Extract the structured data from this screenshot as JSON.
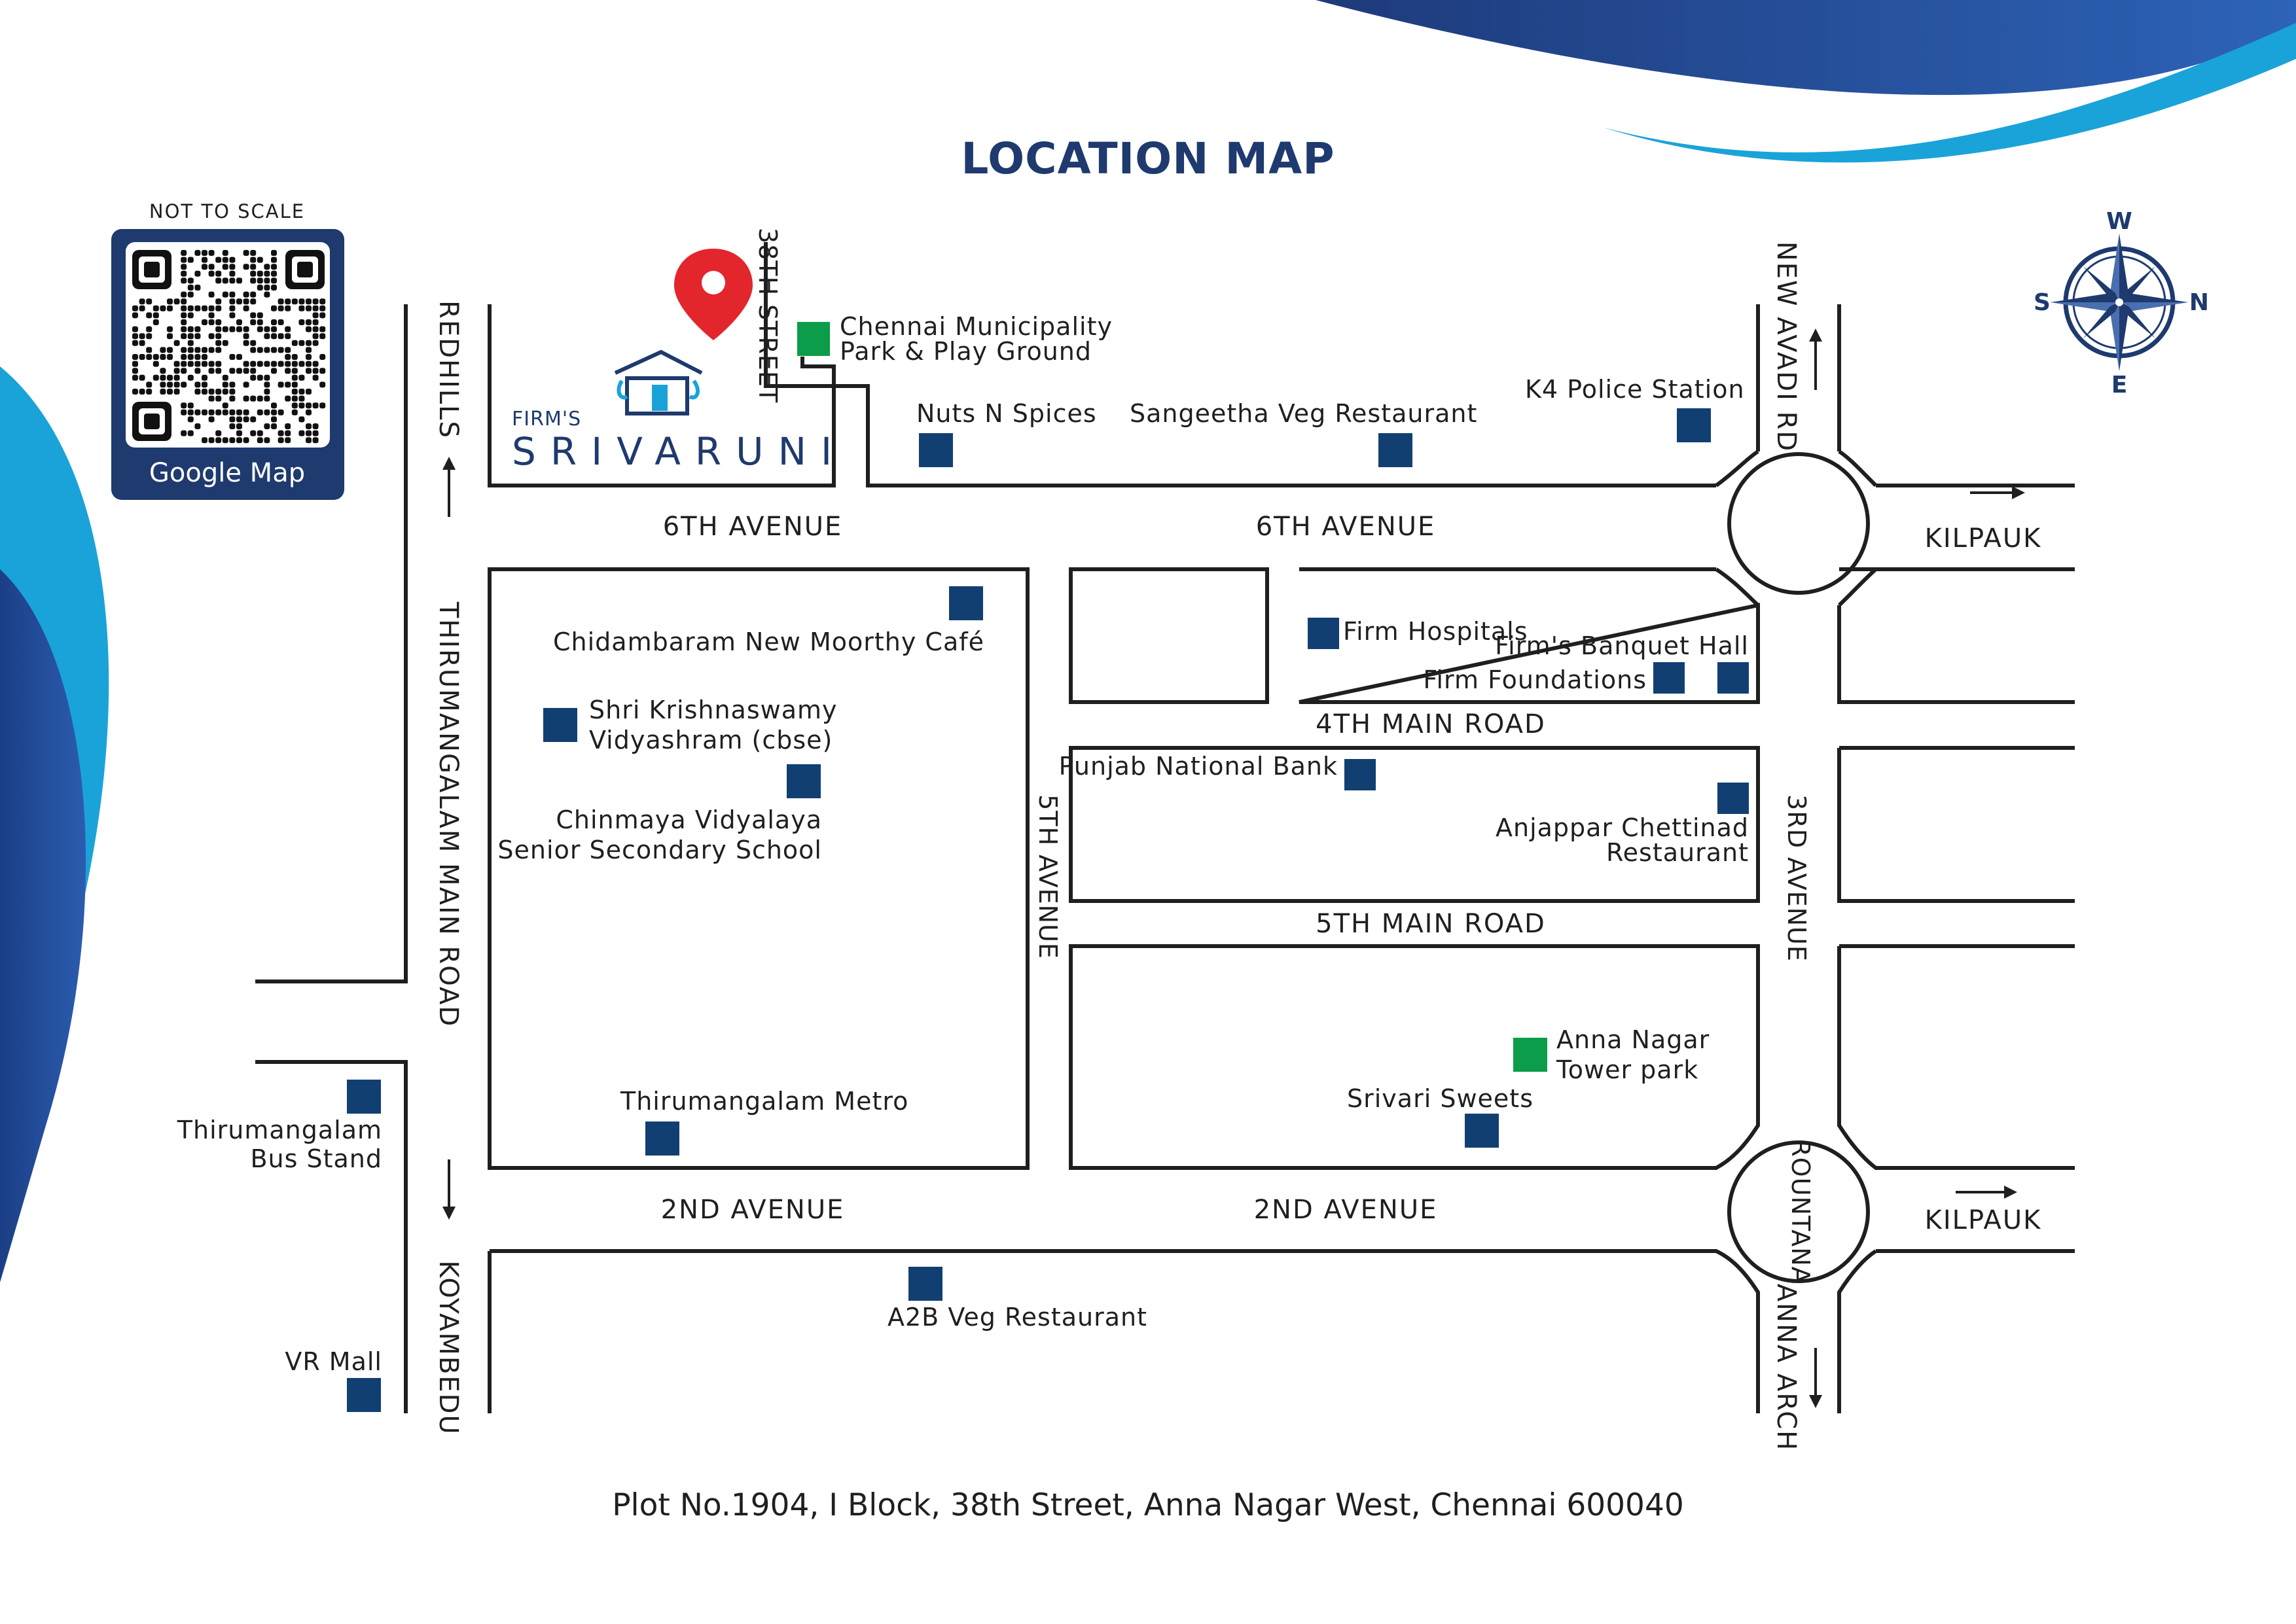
{
  "title": "LOCATION MAP",
  "scale_note": "NOT TO SCALE",
  "qr": {
    "label": "Google Map"
  },
  "logo": {
    "firm": "FIRM'S",
    "name": "SRIVARUNI"
  },
  "compass": {
    "top": "W",
    "left": "S",
    "right": "N",
    "bottom": "E"
  },
  "roads": {
    "sixth_avenue_left": "6TH AVENUE",
    "sixth_avenue_right": "6TH AVENUE",
    "fourth_main": "4TH MAIN ROAD",
    "fifth_main": "5TH MAIN ROAD",
    "second_avenue_left": "2ND AVENUE",
    "second_avenue_right": "2ND AVENUE",
    "fifth_avenue": "5TH AVENUE",
    "third_avenue": "3RD AVENUE",
    "thirty_eighth": "38TH STREET",
    "thirumangalam_main": "THIRUMANGALAM MAIN ROAD",
    "redhills": "REDHILLS",
    "koyambedu": "KOYAMBEDU",
    "new_avadi": "NEW AVADI RD",
    "kilpauk_top": "KILPAUK",
    "kilpauk_bottom": "KILPAUK",
    "rountana": "ROUNTANA",
    "anna_arch": "ANNA ARCH"
  },
  "places": {
    "park_line1": "Chennai Municipality",
    "park_line2": "Park & Play Ground",
    "nuts": "Nuts N Spices",
    "sangeetha": "Sangeetha Veg Restaurant",
    "k4": "K4 Police Station",
    "chidambaram": "Chidambaram New Moorthy Café",
    "shri_line1": "Shri Krishnaswamy",
    "shri_line2": "Vidyashram (cbse)",
    "chinmaya_line1": "Chinmaya Vidyalaya",
    "chinmaya_line2": "Senior Secondary School",
    "thirumangalam_metro": "Thirumangalam Metro",
    "bus_line1": "Thirumangalam",
    "bus_line2": "Bus Stand",
    "vr_mall": "VR Mall",
    "firm_hospitals": "Firm Hospitals",
    "banquet": "Firm's Banquet Hall",
    "foundations": "Firm Foundations",
    "pnb": "Punjab National Bank",
    "anjappar_line1": "Anjappar Chettinad",
    "anjappar_line2": "Restaurant",
    "tower_line1": "Anna Nagar",
    "tower_line2": "Tower park",
    "srivari": "Srivari Sweets",
    "a2b": "A2B Veg Restaurant"
  },
  "address": "Plot No.1904, I Block, 38th Street, Anna Nagar West, Chennai 600040",
  "colors": {
    "navy": "#1e3a6e",
    "marker": "#123f72",
    "green": "#0b9d4a",
    "pin": "#e3262c",
    "cyan": "#1aa3d9"
  }
}
